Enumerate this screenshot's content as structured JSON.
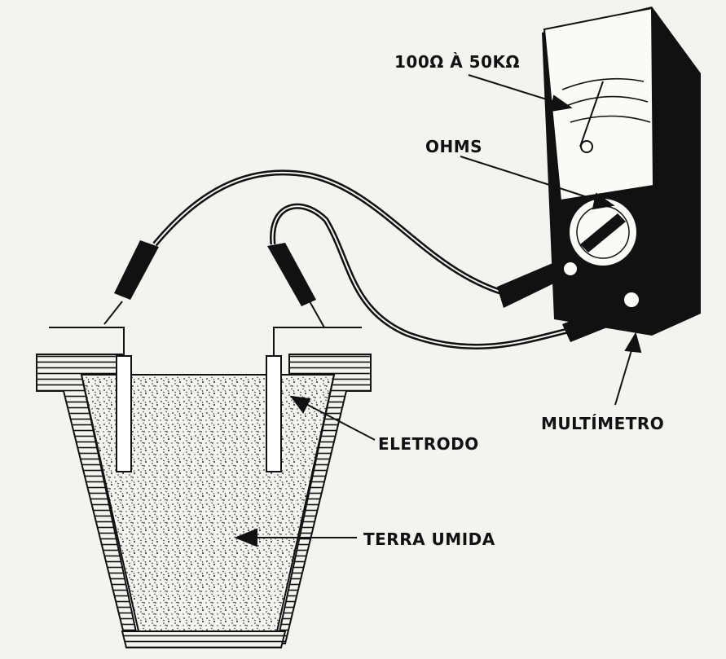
{
  "labels": {
    "range": "100Ω À 50KΩ",
    "ohms": "OHMS",
    "multimeter": "MULTÍMETRO",
    "electrode": "ELETRODO",
    "soil": "TERRA UMIDA"
  },
  "colors": {
    "ink": "#111111",
    "paper": "#f4f3ef"
  }
}
